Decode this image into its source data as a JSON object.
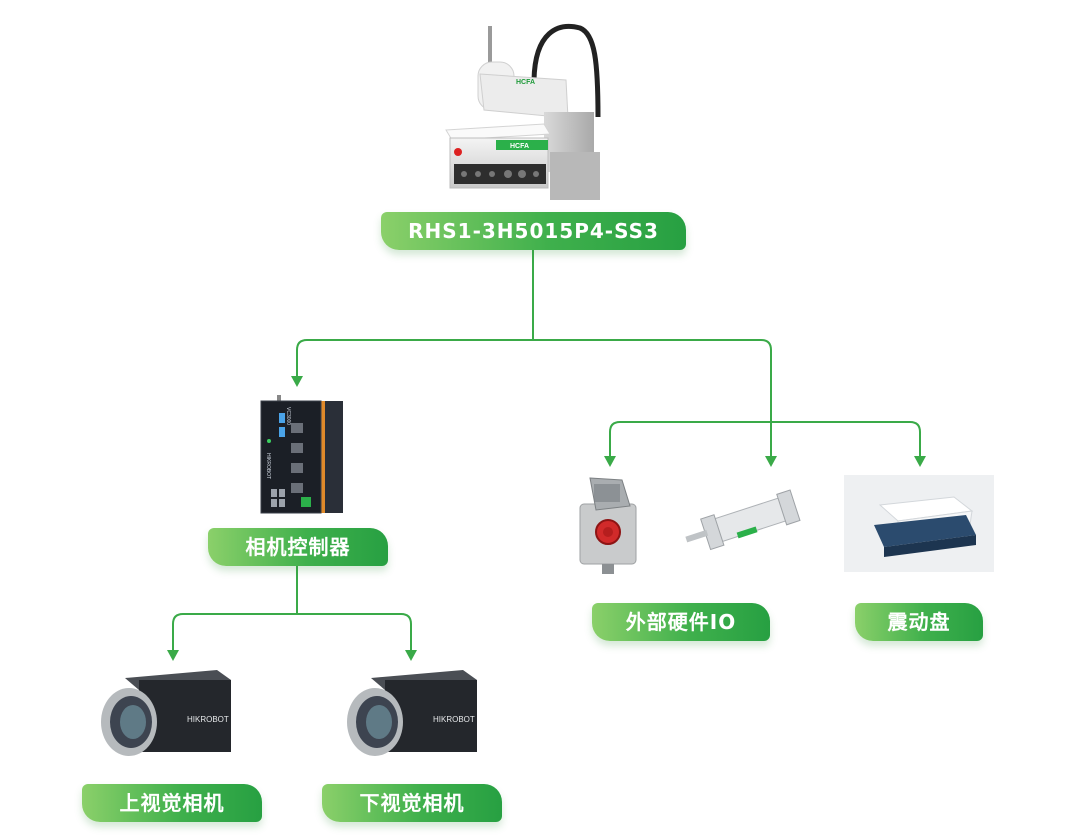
{
  "nodes": {
    "robot": {
      "label": "RHS1-3H5015P4-SS3",
      "brand": "HCFA"
    },
    "camera_controller": {
      "label": "相机控制器",
      "device_text": "VC3000",
      "brand": "HIKROBOT"
    },
    "io": {
      "label": "外部硬件IO"
    },
    "vibration_plate": {
      "label": "震动盘"
    },
    "upper_camera": {
      "label": "上视觉相机",
      "brand": "HIKROBOT"
    },
    "lower_camera": {
      "label": "下视觉相机",
      "brand": "HIKROBOT"
    }
  },
  "colors": {
    "accent": "#3aaa48",
    "label_light": "#8bd06a",
    "label_dark": "#27a042"
  },
  "edges": [
    {
      "from": "robot",
      "to": "camera_controller"
    },
    {
      "from": "robot",
      "to": "io"
    },
    {
      "from": "robot",
      "to": "vibration_plate"
    },
    {
      "from": "camera_controller",
      "to": "upper_camera"
    },
    {
      "from": "camera_controller",
      "to": "lower_camera"
    }
  ]
}
